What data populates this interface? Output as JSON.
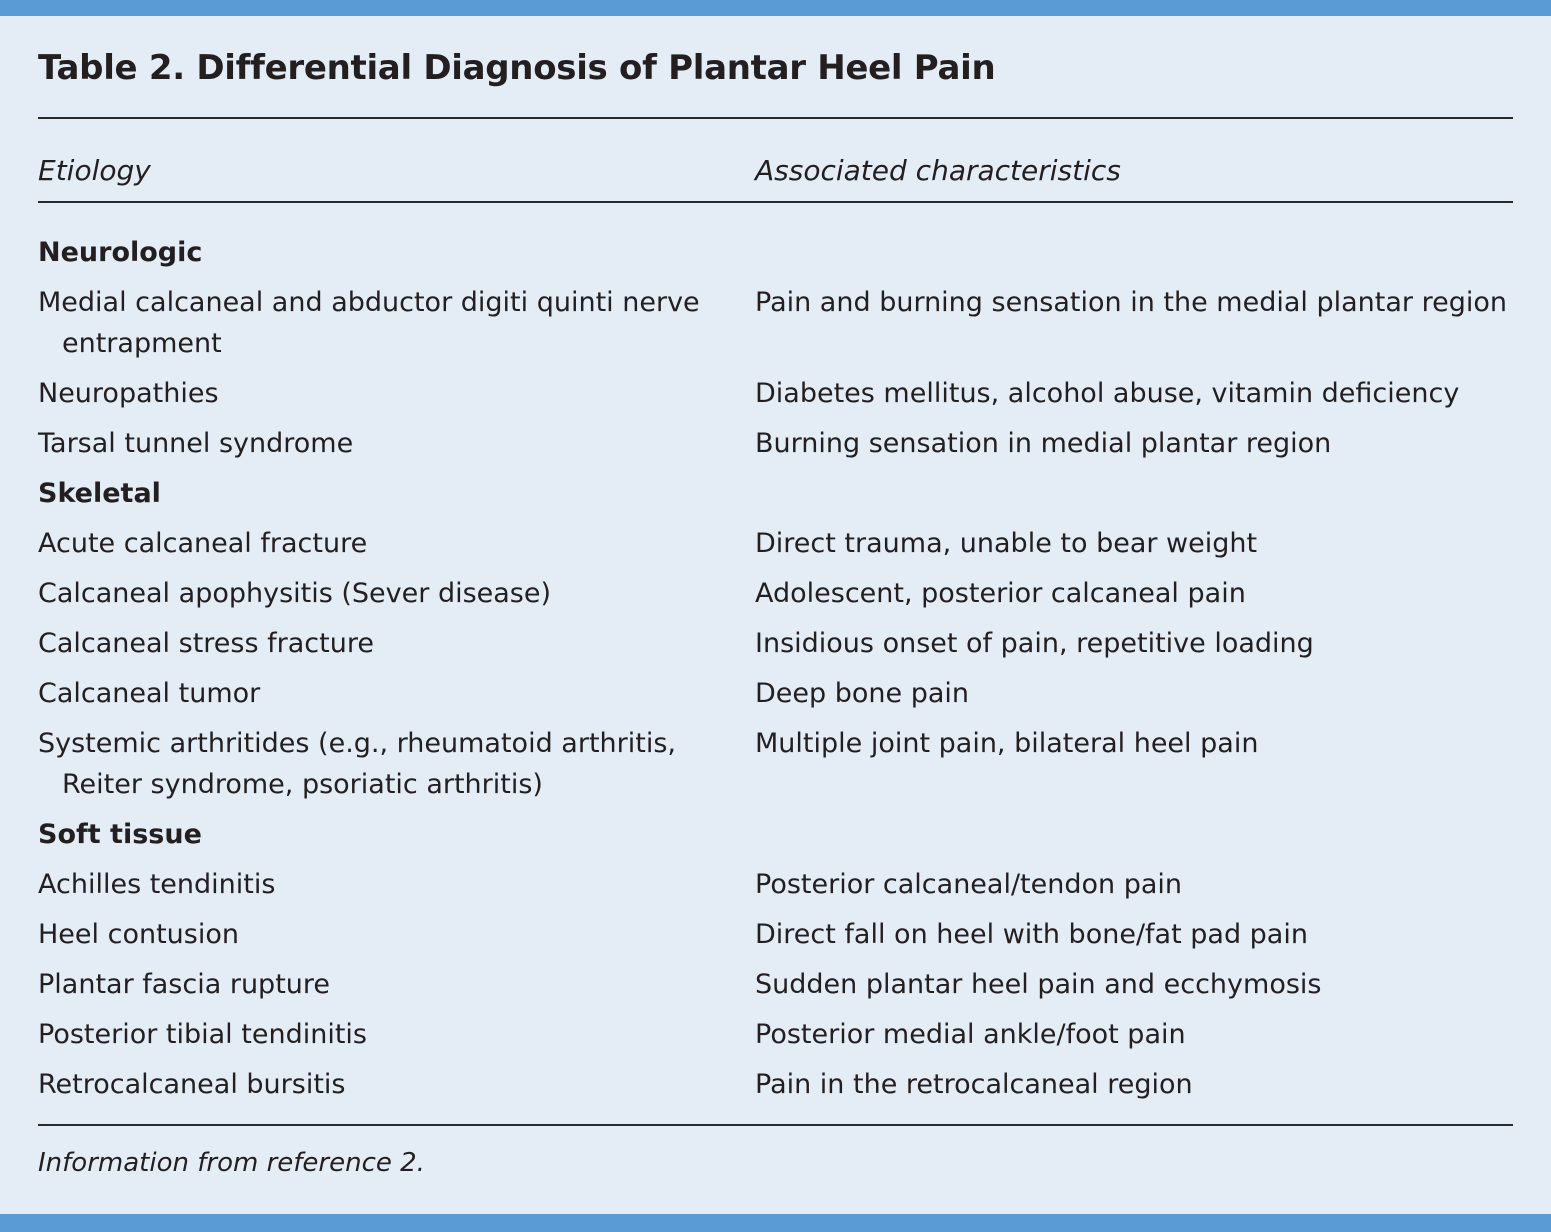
{
  "title": "Table 2. Differential Diagnosis of Plantar Heel Pain",
  "headers": {
    "etiology": "Etiology",
    "characteristics": "Associated characteristics"
  },
  "rows": [
    {
      "type": "section",
      "etiology": "Neurologic",
      "characteristics": ""
    },
    {
      "type": "item",
      "etiology": "Medial calcaneal and abductor digiti quinti nerve entrapment",
      "characteristics": "Pain and burning sensation in the medial plantar region"
    },
    {
      "type": "item",
      "etiology": "Neuropathies",
      "characteristics": "Diabetes mellitus, alcohol abuse, vitamin deficiency"
    },
    {
      "type": "item",
      "etiology": "Tarsal tunnel syndrome",
      "characteristics": "Burning sensation in medial plantar region"
    },
    {
      "type": "section",
      "etiology": "Skeletal",
      "characteristics": ""
    },
    {
      "type": "item",
      "etiology": "Acute calcaneal fracture",
      "characteristics": "Direct trauma, unable to bear weight"
    },
    {
      "type": "item",
      "etiology": "Calcaneal apophysitis (Sever disease)",
      "characteristics": "Adolescent, posterior calcaneal pain"
    },
    {
      "type": "item",
      "etiology": "Calcaneal stress fracture",
      "characteristics": "Insidious onset of pain, repetitive loading"
    },
    {
      "type": "item",
      "etiology": "Calcaneal tumor",
      "characteristics": "Deep bone pain"
    },
    {
      "type": "item",
      "etiology": "Systemic arthritides (e.g., rheumatoid arthritis, Reiter syndrome, psoriatic arthritis)",
      "characteristics": "Multiple joint pain, bilateral heel pain"
    },
    {
      "type": "section",
      "etiology": "Soft tissue",
      "characteristics": ""
    },
    {
      "type": "item",
      "etiology": "Achilles tendinitis",
      "characteristics": "Posterior calcaneal/tendon pain"
    },
    {
      "type": "item",
      "etiology": "Heel contusion",
      "characteristics": "Direct fall on heel with bone/fat pad pain"
    },
    {
      "type": "item",
      "etiology": "Plantar fascia rupture",
      "characteristics": "Sudden plantar heel pain and ecchymosis"
    },
    {
      "type": "item",
      "etiology": "Posterior tibial tendinitis",
      "characteristics": "Posterior medial ankle/foot pain"
    },
    {
      "type": "item",
      "etiology": "Retrocalcaneal bursitis",
      "characteristics": "Pain in the retrocalcaneal region"
    }
  ],
  "footnote": "Information from reference 2."
}
